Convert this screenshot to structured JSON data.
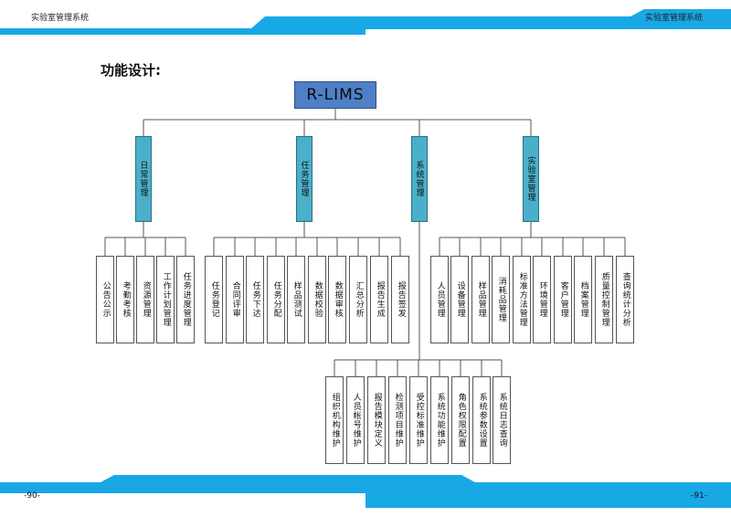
{
  "header": {
    "left_title": "实验室管理系统",
    "right_title": "实验室管理系统"
  },
  "section_title": "功能设计:",
  "root": {
    "label": "R-LIMS"
  },
  "categories": [
    {
      "label": "日常管理",
      "items": [
        "公告公示",
        "考勤考核",
        "资源管理",
        "工作计划管理",
        "任务进度管理"
      ]
    },
    {
      "label": "任务管理",
      "items": [
        "任务登记",
        "合同评审",
        "任务下达",
        "任务分配",
        "样品测试",
        "数据校验",
        "数据审核",
        "汇总分析",
        "报告生成",
        "报告签发"
      ]
    },
    {
      "label": "系统管理",
      "items": [
        "组织机构维护",
        "人员帐号维护",
        "报告模块定义",
        "检测项目维护",
        "受控标准维护",
        "系统功能维护",
        "角色权限配置",
        "系统参数设置",
        "系统日志查询"
      ]
    },
    {
      "label": "实验室管理",
      "items": [
        "人员管理",
        "设备管理",
        "样品管理",
        "消耗品管理",
        "标准方法管理",
        "环境管理",
        "客户管理",
        "档案管理",
        "质量控制管理",
        "查询统计分析"
      ]
    }
  ],
  "footer": {
    "left_page": "-90-",
    "right_page": "-91-"
  },
  "colors": {
    "accent_blue": "#19a8e6",
    "root_fill": "#4f7fc6",
    "category_fill": "#4ab0c9"
  }
}
